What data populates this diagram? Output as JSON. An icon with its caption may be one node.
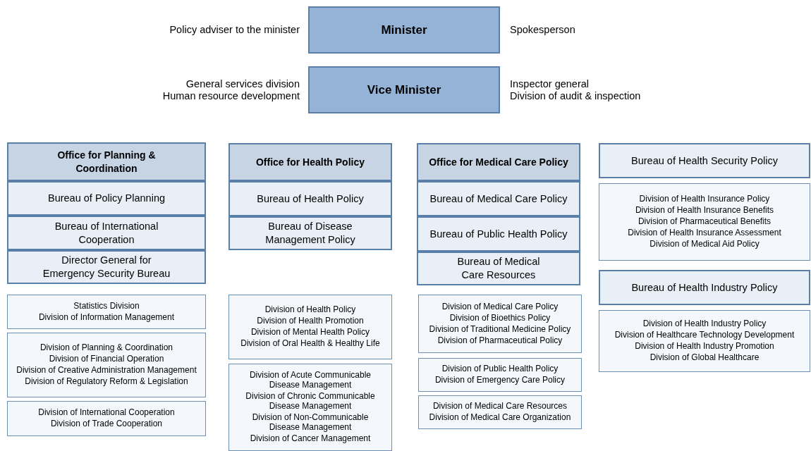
{
  "diagram": {
    "nodes": [
      {
        "text": [
          "Minister"
        ],
        "beside": [
          "Policy adviser to the minister",
          "Spokesperson"
        ]
      },
      {
        "text": [
          "Vice Minister"
        ],
        "beside": [
          "General services division",
          "Human resource development",
          "Inspector general",
          "Division of audit & inspection"
        ]
      },
      {
        "text": [
          "Office for Planning & Coordination"
        ]
      },
      {
        "text": [
          "Bureau of Policy Planning"
        ]
      },
      {
        "text": [
          "Bureau of International Cooperation"
        ]
      },
      {
        "text": [
          "Director General for Emergency Security Bureau"
        ]
      },
      {
        "text": [
          "Statistics Division",
          "Division of Information Management"
        ]
      },
      {
        "text": [
          "Division of Planning & Coordination",
          "Division of Financial Operation",
          "Division of Creative Administration Management",
          "Division of Regulatory Reform & Legislation"
        ]
      },
      {
        "text": [
          "Division of International Cooperation",
          "Division of  Trade Cooperation"
        ]
      },
      {
        "text": [
          "Office for Health Policy"
        ]
      },
      {
        "text": [
          "Bureau of Health Policy"
        ]
      },
      {
        "text": [
          "Bureau of Disease Management Policy"
        ]
      },
      {
        "text": [
          "Division of Health Policy",
          "Division of Health Promotion",
          "Division of Mental Health Policy",
          "Division of Oral Health & Healthy Life"
        ]
      },
      {
        "text": [
          "Division of  Acute Communicable Disease Management",
          "Division of  Chronic Communicable Disease Management",
          "Division of Non-Communicable Disease Management",
          "Division of Cancer Management"
        ]
      },
      {
        "text": [
          "Office for Medical Care Policy"
        ]
      },
      {
        "text": [
          "Bureau of Medical Care Policy"
        ]
      },
      {
        "text": [
          "Bureau of Public Health Policy"
        ]
      },
      {
        "text": [
          "Bureau of Medical Care Resources"
        ]
      },
      {
        "text": [
          "Division of Medical Care Policy",
          "Division of Bioethics Policy",
          "Division of Traditional Medicine Policy",
          "Division of Pharmaceutical Policy"
        ]
      },
      {
        "text": [
          "Division of Public Health Policy",
          "Division of Emergency Care Policy"
        ]
      },
      {
        "text": [
          "Division of Medical Care Resources",
          "Division of Medical Care Organization"
        ]
      },
      {
        "text": [
          "Bureau of Health Security Policy"
        ]
      },
      {
        "text": [
          "Division of Health Insurance Policy",
          "Division of Health Insurance Benefits",
          "Division of Pharmaceutical Benefits",
          "Division of Health Insurance Assessment",
          "Division of Medical Aid Policy"
        ]
      },
      {
        "text": [
          "Bureau of Health Industry Policy"
        ]
      },
      {
        "text": [
          "Division of Health Industry Policy",
          "Division of Healthcare Technology Development",
          "Division of Health Industry Promotion",
          "Division of Global Healthcare"
        ]
      }
    ]
  }
}
